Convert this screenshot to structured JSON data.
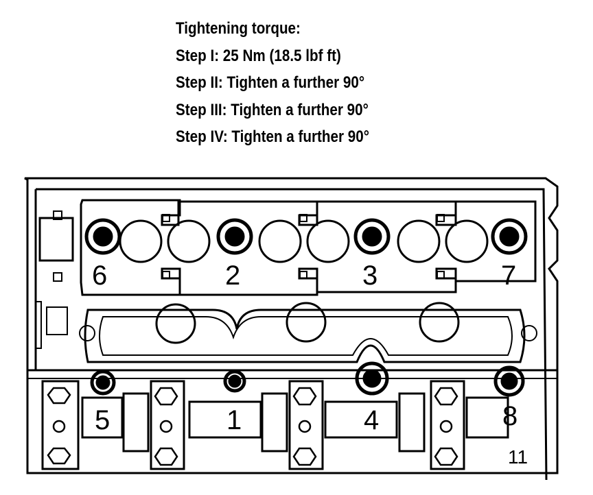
{
  "torque": {
    "heading": "Tightening torque:",
    "steps": [
      "Step I: 25 Nm (18.5 lbf ft)",
      "Step II: Tighten a further 90°",
      "Step III: Tighten a further 90°",
      "Step IV: Tighten a further 90°"
    ]
  },
  "bolt_numbers": {
    "b1": "1",
    "b2": "2",
    "b3": "3",
    "b4": "4",
    "b5": "5",
    "b6": "6",
    "b7": "7",
    "b8": "8"
  },
  "corner_mark": "11"
}
